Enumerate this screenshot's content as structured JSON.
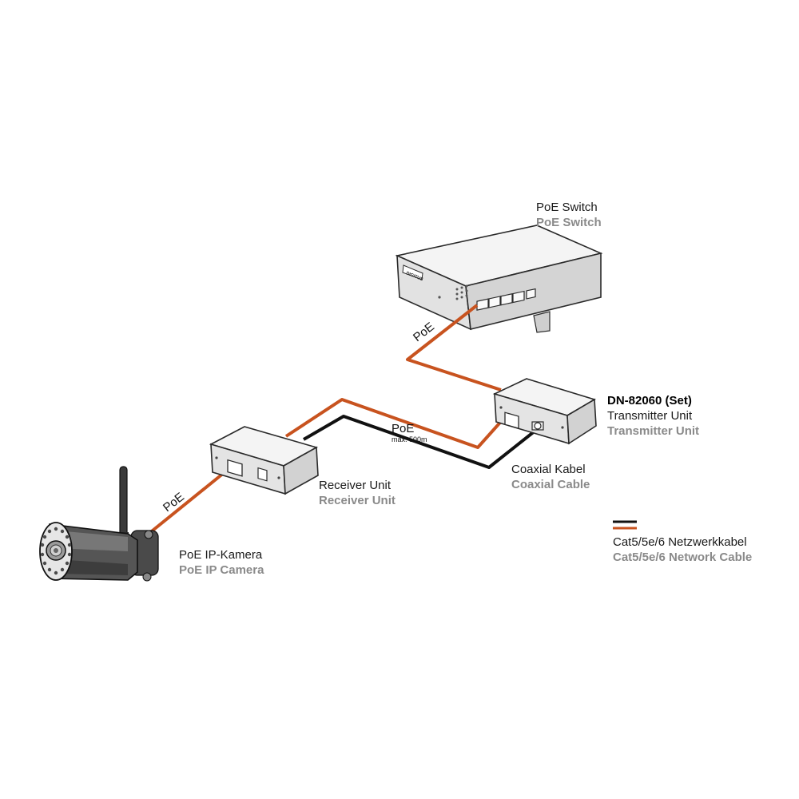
{
  "colors": {
    "network_cable": "#c8531f",
    "coax_cable": "#111111",
    "device_fill": "#e9e9e9",
    "device_stroke": "#2a2a2a",
    "label_primary": "#1a1a1a",
    "label_secondary": "#8a8a8a"
  },
  "switch": {
    "label_de": "PoE Switch",
    "label_en": "PoE Switch",
    "brand": "DIGITUS"
  },
  "transmitter": {
    "model": "DN-82060 (Set)",
    "label_de": "Transmitter Unit",
    "label_en": "Transmitter Unit"
  },
  "receiver": {
    "label_de": "Receiver Unit",
    "label_en": "Receiver Unit"
  },
  "camera": {
    "label_de": "PoE IP-Kamera",
    "label_en": "PoE IP Camera"
  },
  "coax": {
    "label_de": "Coaxial Kabel",
    "label_en": "Coaxial Cable"
  },
  "cable_labels": {
    "switch_link": "PoE",
    "trunk": "PoE",
    "trunk_distance": "max. 500m",
    "camera_link": "PoE"
  },
  "legend": {
    "label_de": "Cat5/5e/6 Netzwerkkabel",
    "label_en": "Cat5/5e/6 Network Cable"
  }
}
